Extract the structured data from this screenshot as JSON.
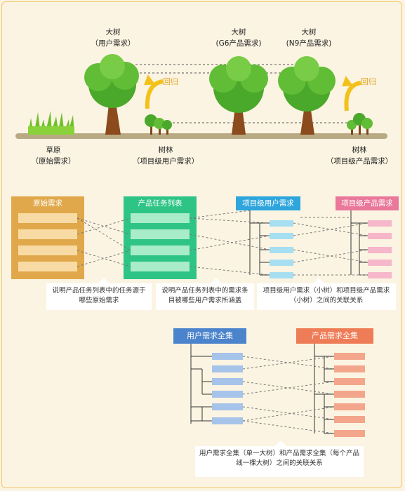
{
  "trees": {
    "t1": {
      "line1": "大树",
      "line2": "（用户需求）"
    },
    "t2": {
      "line1": "大树",
      "line2": "(G6产品需求)"
    },
    "t3": {
      "line1": "大树",
      "line2": "(N9产品需求)"
    }
  },
  "ground": {
    "grass": {
      "line1": "草原",
      "line2": "（原始需求）"
    },
    "forest1": {
      "line1": "树林",
      "line2": "（项目级用户需求）"
    },
    "forest2": {
      "line1": "树林",
      "line2": "（项目级产品需求）"
    }
  },
  "return_label_1": "回归",
  "return_label_2": "回归",
  "boxes": {
    "raw": "原始需求",
    "tasks": "产品任务列表",
    "proj_user": "项目级用户需求",
    "proj_product": "项目级产品需求",
    "user_all": "用户需求全集",
    "product_all": "产品需求全集"
  },
  "notes": {
    "n1": "说明产品任务列表中的任务源于哪些原始需求",
    "n2": "说明产品任务列表中的需求条目被哪些用户需求所涵盖",
    "n3": "项目级用户需求（小树）和项目级产品需求（小树）之间的关联关系",
    "n4": "用户需求全集（单一大树）和产品需求全集（每个产品线一棵大树）之间的关联关系"
  },
  "colors": {
    "raw": "#e0a84a",
    "tasks": "#2ec486",
    "proj_user": "#2ea5dc",
    "proj_product": "#e9789b",
    "user_all": "#4b84cc",
    "product_all": "#ee7c57",
    "ground": "#b9aa84",
    "arrow": "#f2c21b"
  }
}
